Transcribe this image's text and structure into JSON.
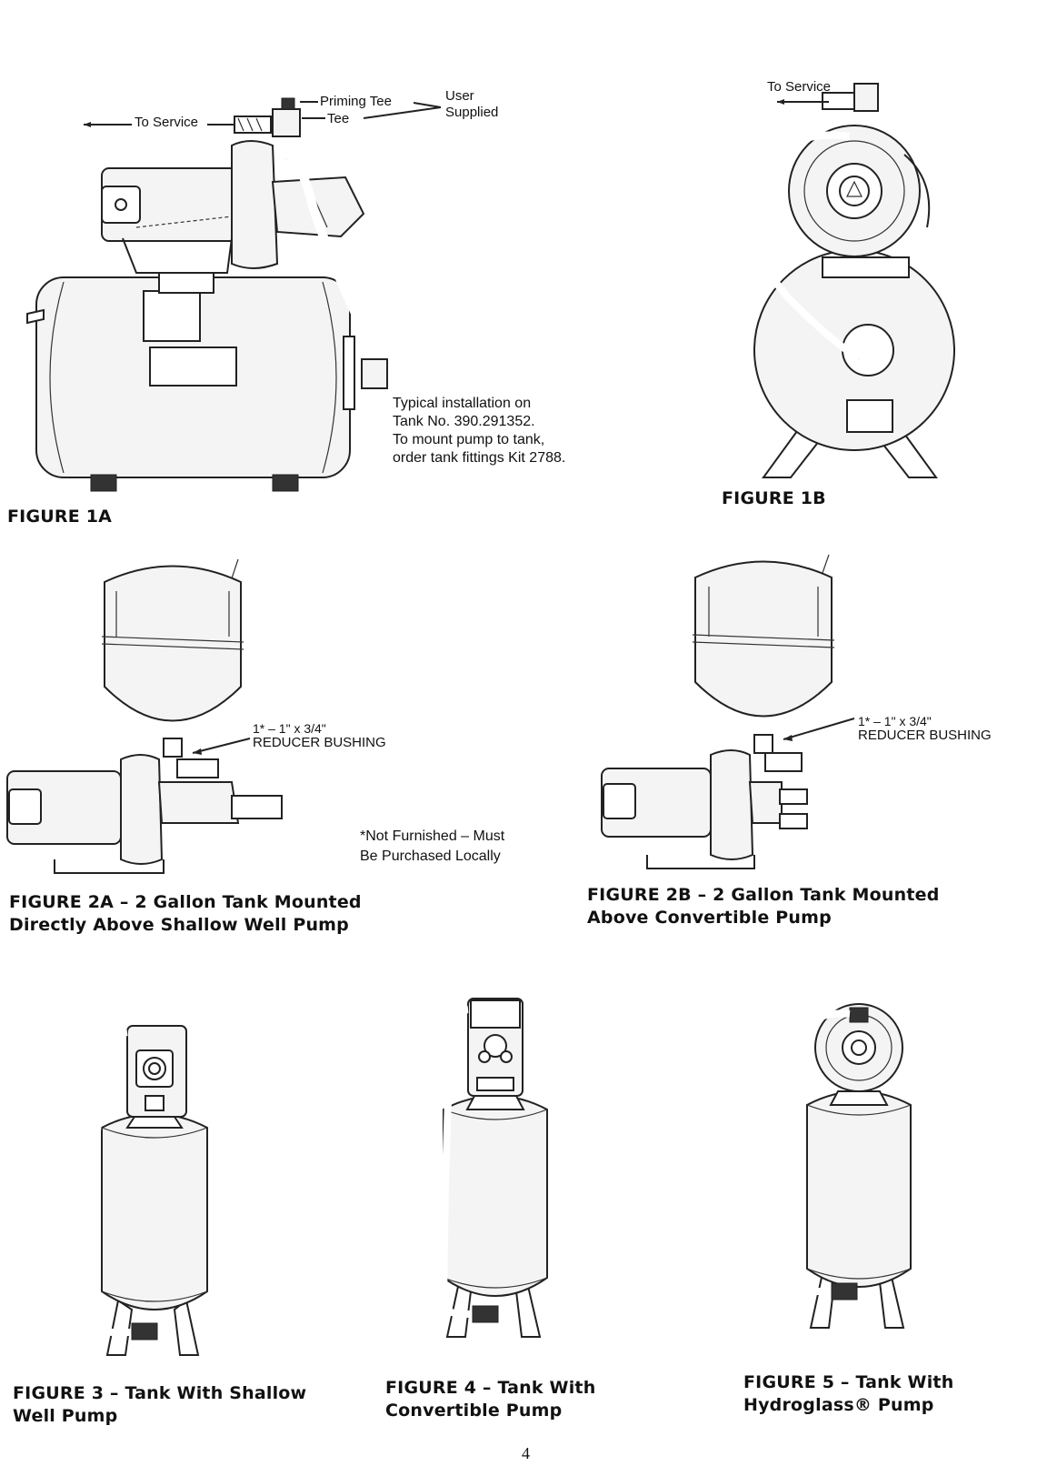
{
  "page_number": "4",
  "figure_1a": {
    "caption": "FIGURE 1A",
    "labels": {
      "to_service": "To Service",
      "priming_tee": "Priming Tee",
      "tee": "Tee",
      "user_supplied_line1": "User",
      "user_supplied_line2": "Supplied"
    },
    "note_lines": [
      "Typical installation on",
      "Tank No. 390.291352.",
      "To mount pump to tank,",
      "order tank fittings Kit 2788."
    ]
  },
  "figure_1b": {
    "caption": "FIGURE 1B",
    "labels": {
      "to_service": "To Service"
    }
  },
  "figure_2a": {
    "caption_line1": "FIGURE 2A – 2 Gallon Tank Mounted",
    "caption_line2": "Directly Above Shallow Well Pump",
    "bushing_line1": "1* – 1\" x 3/4\"",
    "bushing_line2": "REDUCER BUSHING",
    "footnote_line1": "*Not Furnished – Must",
    "footnote_line2": "Be Purchased Locally"
  },
  "figure_2b": {
    "caption_line1": "FIGURE 2B – 2 Gallon Tank Mounted",
    "caption_line2": "Above Convertible Pump",
    "bushing_line1": "1* – 1\" x 3/4\"",
    "bushing_line2": "REDUCER BUSHING"
  },
  "figure_3": {
    "caption_line1": "FIGURE 3 – Tank With Shallow",
    "caption_line2": "Well Pump"
  },
  "figure_4": {
    "caption_line1": "FIGURE 4 – Tank With",
    "caption_line2": "Convertible Pump"
  },
  "figure_5": {
    "caption_line1": "FIGURE 5 – Tank With",
    "caption_line2": "Hydroglass® Pump"
  }
}
